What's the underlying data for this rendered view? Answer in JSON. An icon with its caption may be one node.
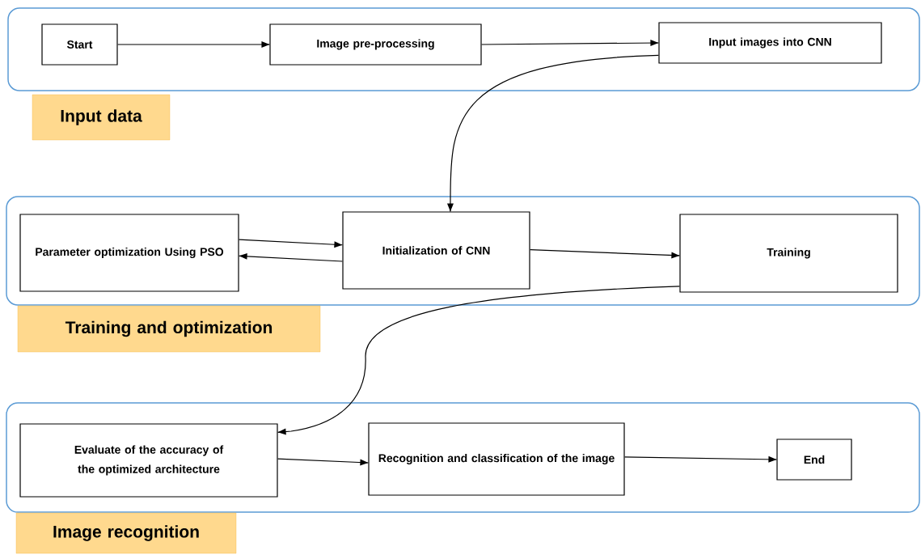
{
  "diagram": {
    "nodes": [
      {
        "text": [
          "Input data"
        ]
      },
      {
        "text": [
          "Start"
        ],
        "in": 0
      },
      {
        "text": [
          "Image pre-processing"
        ],
        "in": 0
      },
      {
        "text": [
          "Input images into CNN"
        ],
        "in": 0
      },
      {
        "text": [
          "Training and optimization"
        ]
      },
      {
        "text": [
          "Parameter optimization Using PSO"
        ],
        "in": 4
      },
      {
        "text": [
          "Initialization of CNN"
        ],
        "in": 4
      },
      {
        "text": [
          "Training"
        ],
        "in": 4
      },
      {
        "text": [
          "Image recognition"
        ]
      },
      {
        "text": [
          "Evaluate of the accuracy of the optimized architecture"
        ],
        "in": 8
      },
      {
        "text": [
          "Recognition and classification of the image"
        ],
        "in": 8
      },
      {
        "text": [
          "End"
        ],
        "in": 8
      }
    ],
    "edges": [
      {
        "from": 1,
        "to": 2,
        "arrow": "to"
      },
      {
        "from": 2,
        "to": 3,
        "arrow": "to"
      },
      {
        "from": 3,
        "to": 6,
        "arrow": "to"
      },
      {
        "from": 5,
        "to": 6,
        "arrow": "to"
      },
      {
        "from": 6,
        "to": 5,
        "arrow": "to"
      },
      {
        "from": 6,
        "to": 7,
        "arrow": "to"
      },
      {
        "from": 7,
        "to": 9,
        "arrow": "to"
      },
      {
        "from": 9,
        "to": 10,
        "arrow": "to"
      },
      {
        "from": 10,
        "to": 11,
        "arrow": "to"
      }
    ]
  }
}
